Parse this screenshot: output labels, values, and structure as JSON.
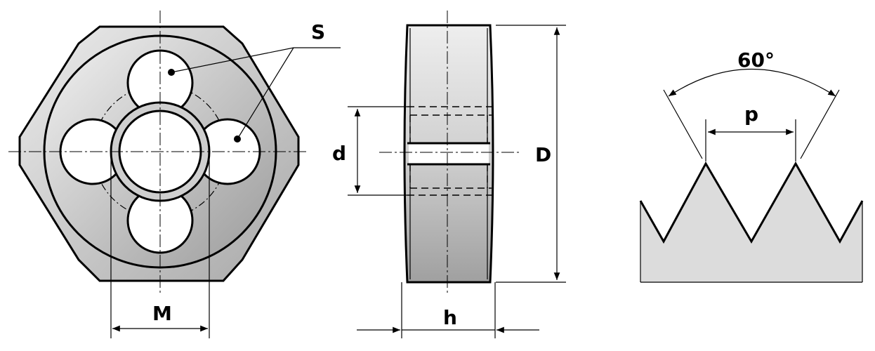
{
  "labels": {
    "s": "S",
    "m": "M",
    "d_small": "d",
    "d_large": "D",
    "h": "h",
    "angle": "60°",
    "p": "p"
  },
  "colors": {
    "body_light": "#e6e6e6",
    "body_dark": "#9d9d9d",
    "thread_fill": "#dcdcdc",
    "line": "#000000"
  }
}
